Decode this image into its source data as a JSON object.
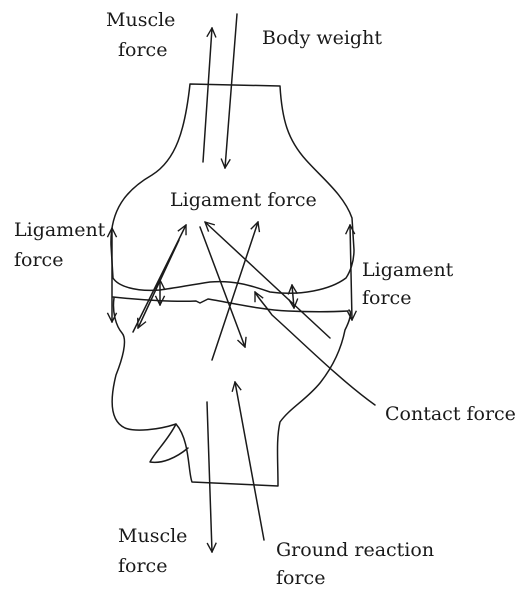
{
  "diagram": {
    "labels": {
      "muscle_force_top": [
        "Muscle",
        "force"
      ],
      "body_weight": "Body weight",
      "ligament_force_center": "Ligament force",
      "ligament_force_left": [
        "Ligament",
        "force"
      ],
      "ligament_force_right": [
        "Ligament",
        "force"
      ],
      "contact_force": "Contact force",
      "muscle_force_bottom": [
        "Muscle",
        "force"
      ],
      "ground_reaction_force": [
        "Ground reaction",
        "force"
      ]
    }
  }
}
